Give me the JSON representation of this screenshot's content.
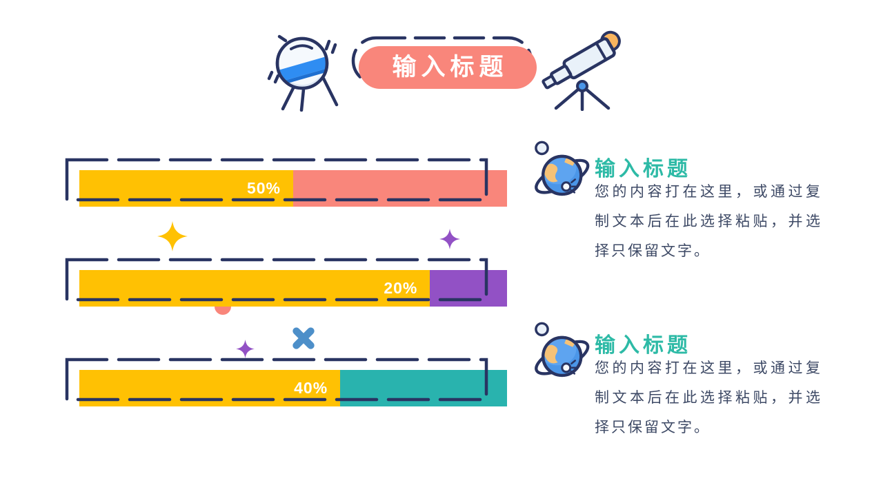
{
  "slide": {
    "title": "输入标题"
  },
  "colors": {
    "yellow": "#FFC103",
    "coral": "#F9867B",
    "purple": "#9251C5",
    "teal": "#29B3AE",
    "navy": "#293462",
    "heading_teal": "#2DBAA6",
    "body_text": "#3D4965",
    "blue_accent": "#4D8FC9",
    "planet_blue": "#4B96E8",
    "planet_sand": "#F6C277"
  },
  "bars": [
    {
      "label": "50%",
      "yellow_pct": 50,
      "segment": "coral"
    },
    {
      "label": "20%",
      "yellow_pct": 82,
      "segment": "purple"
    },
    {
      "label": "40%",
      "yellow_pct": 61,
      "segment": "teal"
    }
  ],
  "sections": [
    {
      "heading": "输入标题",
      "body": "您的内容打在这里，或通过复制文本后在此选择粘贴，并选择只保留文字。"
    },
    {
      "heading": "输入标题",
      "body": "您的内容打在这里，或通过复制文本后在此选择粘贴，并选择只保留文字。"
    }
  ],
  "icons": {
    "header_left": "satellite-icon",
    "header_right": "telescope-icon",
    "section_bullet": "planet-icon",
    "decorations": [
      "sparkle-star-yellow",
      "sparkle-star-purple",
      "cross-mark-blue",
      "peeking-circle-coral"
    ]
  },
  "chart_data": {
    "type": "bar",
    "orientation": "horizontal",
    "categories": [
      "bar-1",
      "bar-2",
      "bar-3"
    ],
    "data_labels": [
      "50%",
      "20%",
      "40%"
    ],
    "series": [
      {
        "name": "yellow-segment",
        "values_pct": [
          50,
          82,
          61
        ]
      },
      {
        "name": "colored-segment",
        "values_pct": [
          50,
          18,
          39
        ],
        "colors": [
          "coral",
          "purple",
          "teal"
        ]
      }
    ],
    "xlim": [
      0,
      100
    ],
    "title": "输入标题"
  }
}
